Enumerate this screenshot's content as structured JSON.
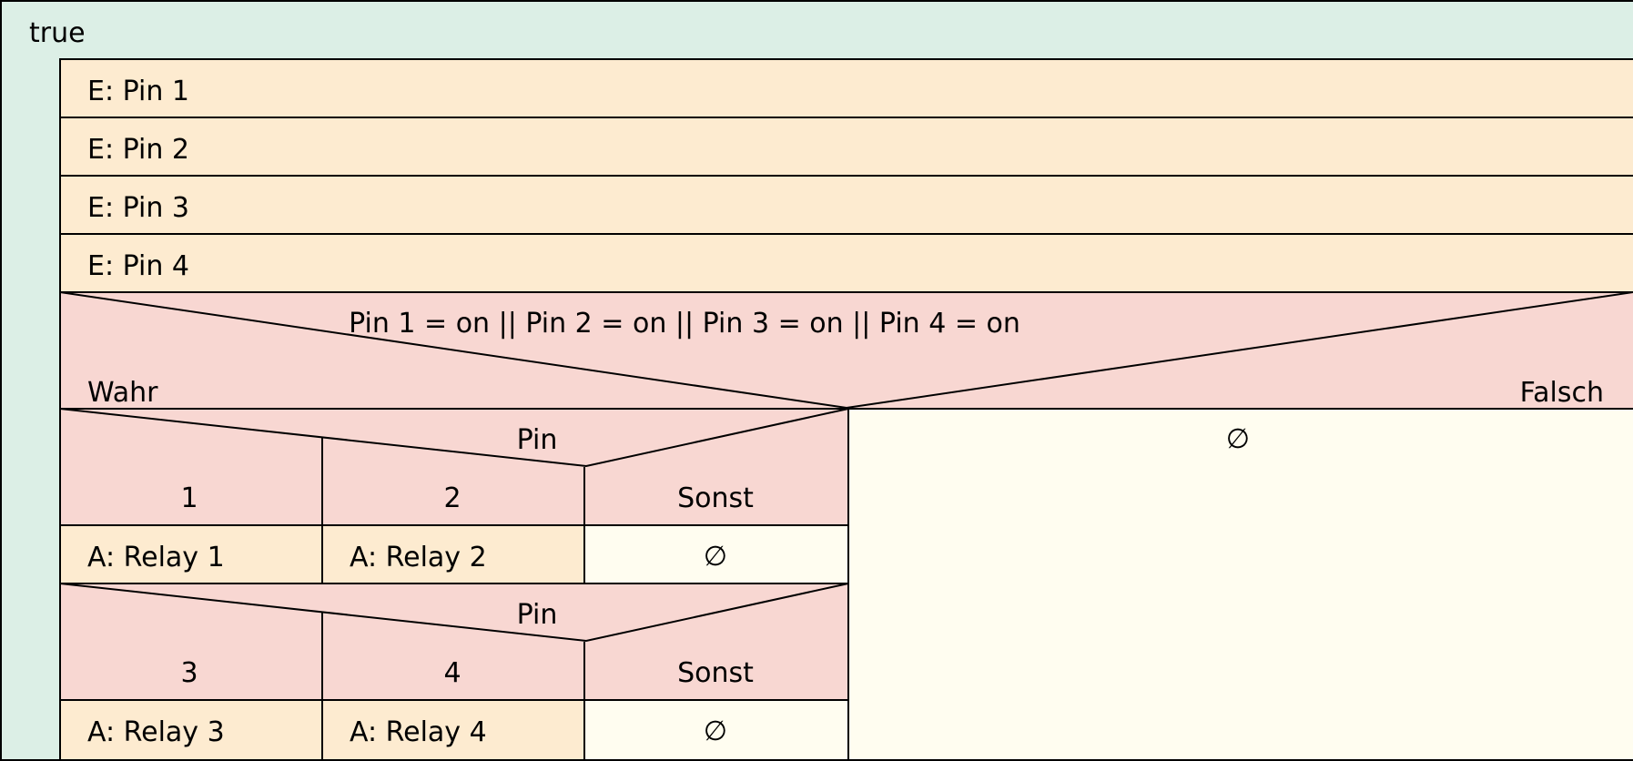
{
  "loop": {
    "label": "true"
  },
  "inputs": [
    "E: Pin 1",
    "E: Pin 2",
    "E: Pin 3",
    "E: Pin 4"
  ],
  "decision": {
    "condition": "Pin 1 = on || Pin 2 = on || Pin 3 = on || Pin 4 = on",
    "true_label": "Wahr",
    "false_label": "Falsch",
    "false_branch": "∅"
  },
  "cases": [
    {
      "selector": "Pin",
      "values": [
        "1",
        "2"
      ],
      "default_label": "Sonst",
      "actions": [
        "A: Relay 1",
        "A: Relay 2"
      ],
      "default_action": "∅"
    },
    {
      "selector": "Pin",
      "values": [
        "3",
        "4"
      ],
      "default_label": "Sonst",
      "actions": [
        "A: Relay 3",
        "A: Relay 4"
      ],
      "default_action": "∅"
    }
  ],
  "colors": {
    "loop": "#dcefe6",
    "io": "#fdebd0",
    "decision": "#f8d7d2",
    "empty": "#fffdf0",
    "line": "#000000"
  }
}
